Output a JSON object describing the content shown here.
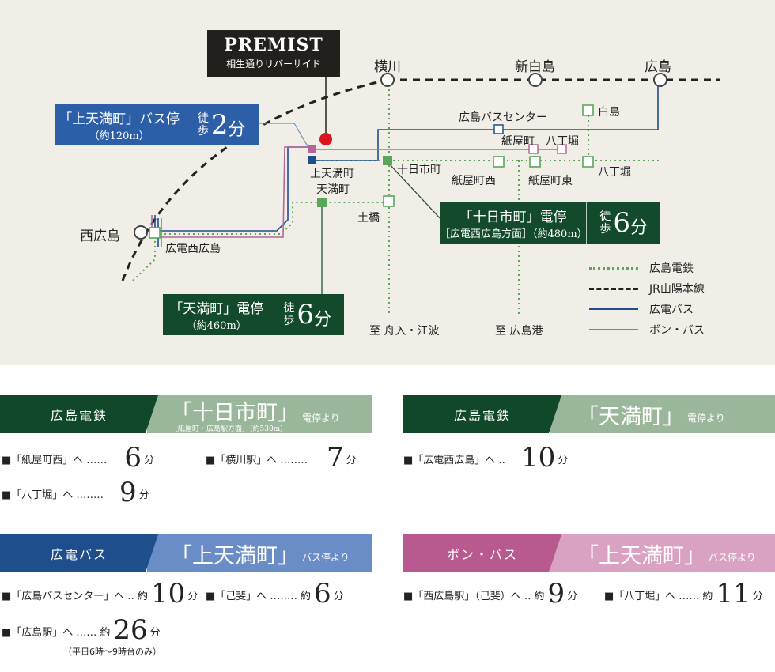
{
  "building": {
    "title": "PREMIST",
    "subtitle": "相生通りリバーサイド"
  },
  "stations": {
    "yokogawa": "横川",
    "shinhakushima": "新白島",
    "hiroshima": "広島",
    "hiroshima_bus_center": "広島バスセンター",
    "hakushima": "白島",
    "kamiyacho": "紙屋町",
    "hatchobori_top": "八丁堀",
    "kamitenmacho": "上天満町",
    "tenmacho": "天満町",
    "tokaichimachi": "十日市町",
    "kamiyacho_nishi": "紙屋町西",
    "kamiyacho_higashi": "紙屋町東",
    "hatchobori": "八丁堀",
    "dobashi": "土橋",
    "nishihiroshima": "西広島",
    "hiroden_nishihiroshima": "広電西広島",
    "to_funairi": "至 舟入・江波",
    "to_hiroshimako": "至 広島港"
  },
  "callouts": {
    "bus": {
      "name": "「上天満町」バス停",
      "sub": "（約120m）",
      "toho": [
        "徒",
        "歩"
      ],
      "mins": "2",
      "unit": "分"
    },
    "toka": {
      "name": "「十日市町」電停",
      "sub": "［広電西広島方面］（約480m）",
      "toho": [
        "徒",
        "歩"
      ],
      "mins": "6",
      "unit": "分"
    },
    "tenma": {
      "name": "「天満町」電停",
      "sub": "（約460m）",
      "toho": [
        "徒",
        "歩"
      ],
      "mins": "6",
      "unit": "分"
    }
  },
  "legend": [
    {
      "label": "広島電鉄",
      "color": "#5aa65a",
      "style": "dotted"
    },
    {
      "label": "JR山陽本線",
      "color": "#222222",
      "style": "dashed"
    },
    {
      "label": "広電バス",
      "color": "#1e4f8c",
      "style": "solid"
    },
    {
      "label": "ボン・バス",
      "color": "#b5679a",
      "style": "solid"
    }
  ],
  "colors": {
    "green_dark": "#12482a",
    "green_light": "#9bb79b",
    "blue_dark": "#1e4f8c",
    "blue_light": "#6a8cc7",
    "pink_dark": "#b8598f",
    "pink_light": "#d9a2c2"
  },
  "panels": {
    "toka": {
      "operator": "広島電鉄",
      "stop": "「十日市町」",
      "suffix": "電停より",
      "sub": "［紙屋町・広島駅方面］（約530m）",
      "items": [
        {
          "dest": "■「紙屋町西」へ",
          "dots": "‥‥‥",
          "approx": "",
          "num": "6",
          "unit": "分"
        },
        {
          "dest": "■「横川駅」へ",
          "dots": "‥‥‥‥",
          "approx": "",
          "num": "7",
          "unit": "分"
        },
        {
          "dest": "■「八丁堀」へ",
          "dots": "‥‥‥‥",
          "approx": "",
          "num": "9",
          "unit": "分"
        }
      ]
    },
    "tenma": {
      "operator": "広島電鉄",
      "stop": "「天満町」",
      "suffix": "電停より",
      "items": [
        {
          "dest": "■「広電西広島」へ",
          "dots": "‥",
          "approx": "",
          "num": "10",
          "unit": "分"
        }
      ]
    },
    "hiroden_bus": {
      "operator": "広電バス",
      "stop": "「上天満町」",
      "suffix": "バス停より",
      "items": [
        {
          "dest": "■「広島バスセンター」へ",
          "dots": "‥",
          "approx": "約",
          "num": "10",
          "unit": "分"
        },
        {
          "dest": "■「己斐」へ",
          "dots": "‥‥‥‥",
          "approx": "約",
          "num": "6",
          "unit": "分"
        },
        {
          "dest": "■「広島駅」へ",
          "dots": "‥‥‥",
          "approx": "約",
          "num": "26",
          "unit": "分"
        }
      ],
      "note": "（平日6時〜9時台のみ）"
    },
    "bon_bus": {
      "operator": "ボン・バス",
      "stop": "「上天満町」",
      "suffix": "バス停より",
      "items": [
        {
          "dest": "■「西広島駅」（己斐）へ",
          "dots": "‥",
          "approx": "約",
          "num": "9",
          "unit": "分"
        },
        {
          "dest": "■「八丁堀」へ",
          "dots": "‥‥‥",
          "approx": "約",
          "num": "11",
          "unit": "分"
        }
      ]
    }
  }
}
